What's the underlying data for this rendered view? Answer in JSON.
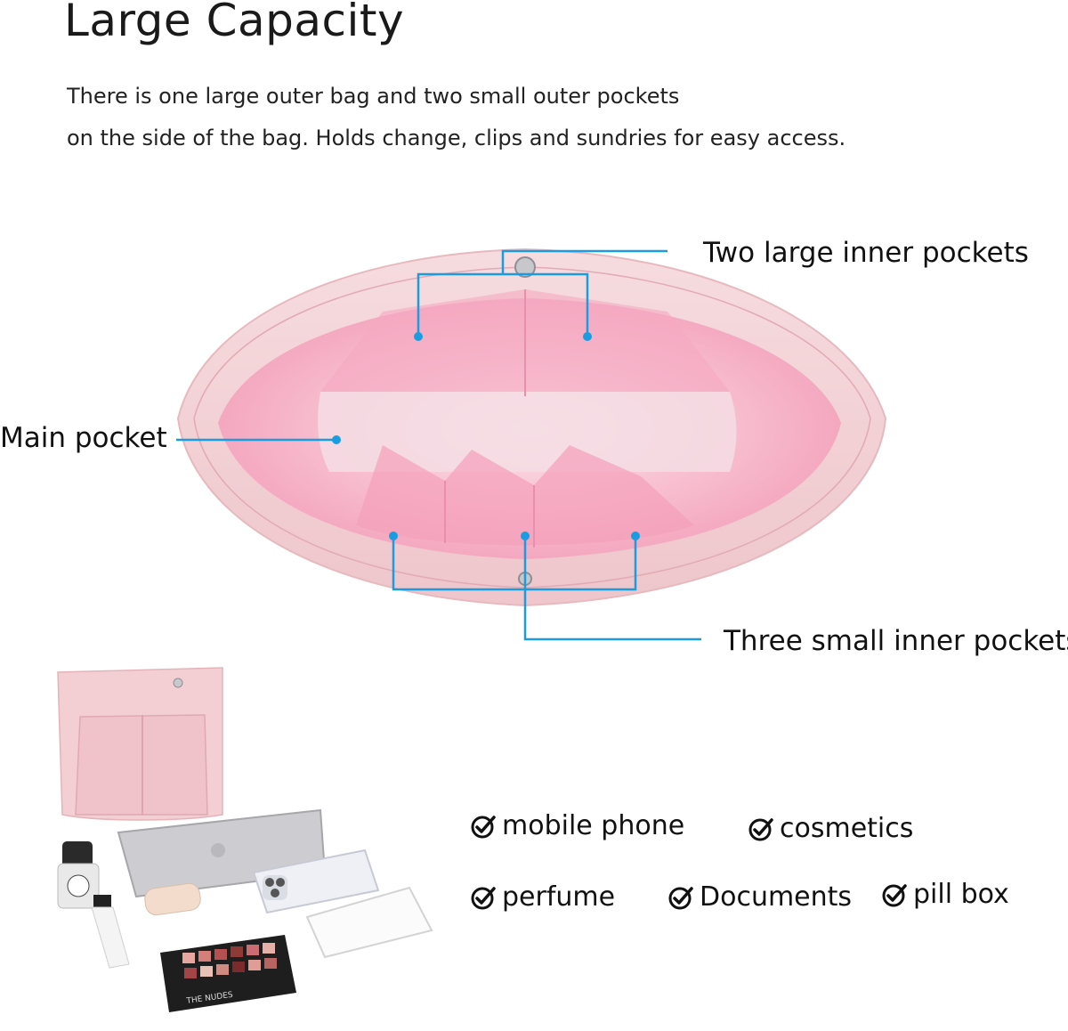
{
  "header": {
    "title": "Large Capacity",
    "line1": "There is one large outer bag and two small outer pockets",
    "line2": "on the side of the bag. Holds change, clips and sundries for easy access."
  },
  "callouts": {
    "two_large": "Two large inner pockets",
    "main": "Main pocket",
    "three_small": "Three small inner pockets"
  },
  "features": {
    "mobile_phone": "mobile phone",
    "cosmetics": "cosmetics",
    "perfume": "perfume",
    "documents": "Documents",
    "pill_box": "pill box"
  },
  "product_labels": {
    "palette_brand": "THE NUDES"
  },
  "colors": {
    "callout_line": "#1a9ce0",
    "bag_outer": "#f1cfd3",
    "bag_lining": "#f7b4c8"
  },
  "icons": [
    "check-circle-icon"
  ]
}
